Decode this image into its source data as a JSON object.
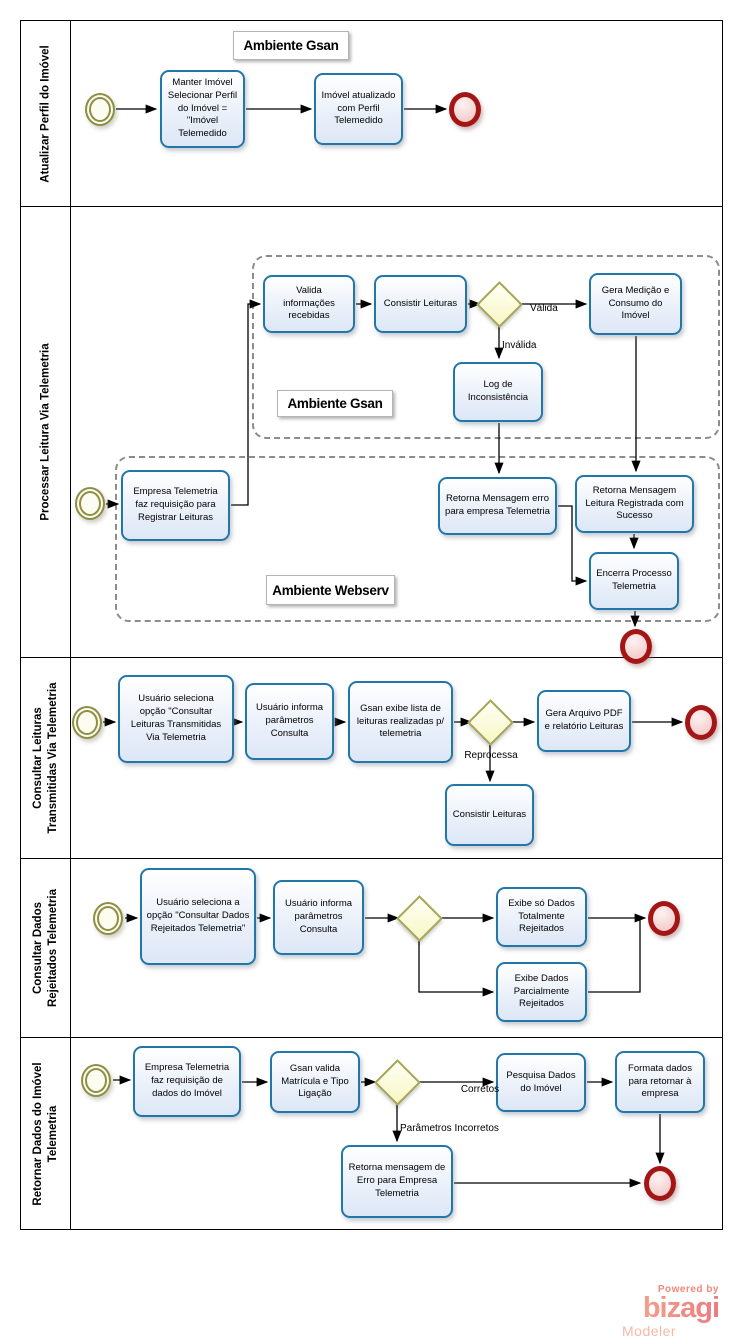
{
  "pool": {
    "lanes": [
      {
        "label": "Atualizar Perfil do Imóvel"
      },
      {
        "label": "Processar Leitura Via Telemetria"
      },
      {
        "label": "Consultar Leituras\nTransmitidas Via Telemetria"
      },
      {
        "label": "Consultar Dados\nRejeitados Telemetria"
      },
      {
        "label": "Retornar Dados do Imóvel\nTelemetria"
      }
    ]
  },
  "groups": {
    "gsan_lane1": "Ambiente Gsan",
    "gsan_lane2": "Ambiente Gsan",
    "webserv_lane2": "Ambiente Webserv"
  },
  "tasks": {
    "l1_manter": "Manter Imóvel Selecionar Perfil do Imóvel =  \"Imóvel Telemedido",
    "l1_atualizado": "Imóvel atualizado com Perfil Telemedido",
    "l2_valida": "Valida informações recebidas",
    "l2_consistir": "Consistir Leituras",
    "l2_gera": "Gera Medição e Consumo do Imóvel",
    "l2_log": "Log de Inconsistência",
    "l2_empresa": "Empresa Telemetria faz requisição para Registrar Leituras",
    "l2_ret_erro": "Retorna Mensagem erro para empresa Telemetria",
    "l2_ret_ok": "Retorna Mensagem Leitura Registrada com Sucesso",
    "l2_encerra": "Encerra Processo Telemetria",
    "l3_seleciona": "Usuário seleciona opção \"Consultar Leituras Transmitidas Via Telemetria",
    "l3_informa": "Usuário informa parâmetros Consulta",
    "l3_exibe": "Gsan exibe lista de leituras realizadas p/ telemetria",
    "l3_gera_pdf": "Gera Arquivo PDF e relatório Leituras",
    "l3_consistir": "Consistir Leituras",
    "l4_seleciona": "Usuário seleciona a opção \"Consultar Dados Rejeitados Telemetria\"",
    "l4_informa": "Usuário informa parâmetros Consulta",
    "l4_exibe_tot": "Exibe só Dados Totalmente Rejeitados",
    "l4_exibe_parc": "Exibe Dados Parcialmente Rejeitados",
    "l5_empresa": "Empresa Telemetria faz requisição de dados do Imóvel",
    "l5_valida": "Gsan valida Matrícula e Tipo Ligação",
    "l5_pesquisa": "Pesquisa Dados do Imóvel",
    "l5_formata": "Formata dados para retornar à empresa",
    "l5_ret_erro": "Retorna mensagem de Erro para Empresa Telemetria"
  },
  "edge_labels": {
    "valida": "Válida",
    "invalida": "Inválida",
    "reprocessa": "Reprocessa",
    "corretos": "Corretos",
    "parametros_incorretos": "Parâmetros Incorretos"
  },
  "branding": {
    "powered_by": "Powered by",
    "logo": "bizagi",
    "product": "Modeler"
  },
  "colors": {
    "task_border": "#2277a8",
    "task_fill": "#dde7f6",
    "gateway_border": "#a6a656",
    "gateway_fill": "#f7f7c4",
    "start_border": "#8e8e44",
    "start_fill": "#fcfcf0",
    "end_border": "#a41616",
    "end_fill": "#f2c6c6",
    "group_border": "#8c8c8c",
    "brand": "#ef8271"
  }
}
